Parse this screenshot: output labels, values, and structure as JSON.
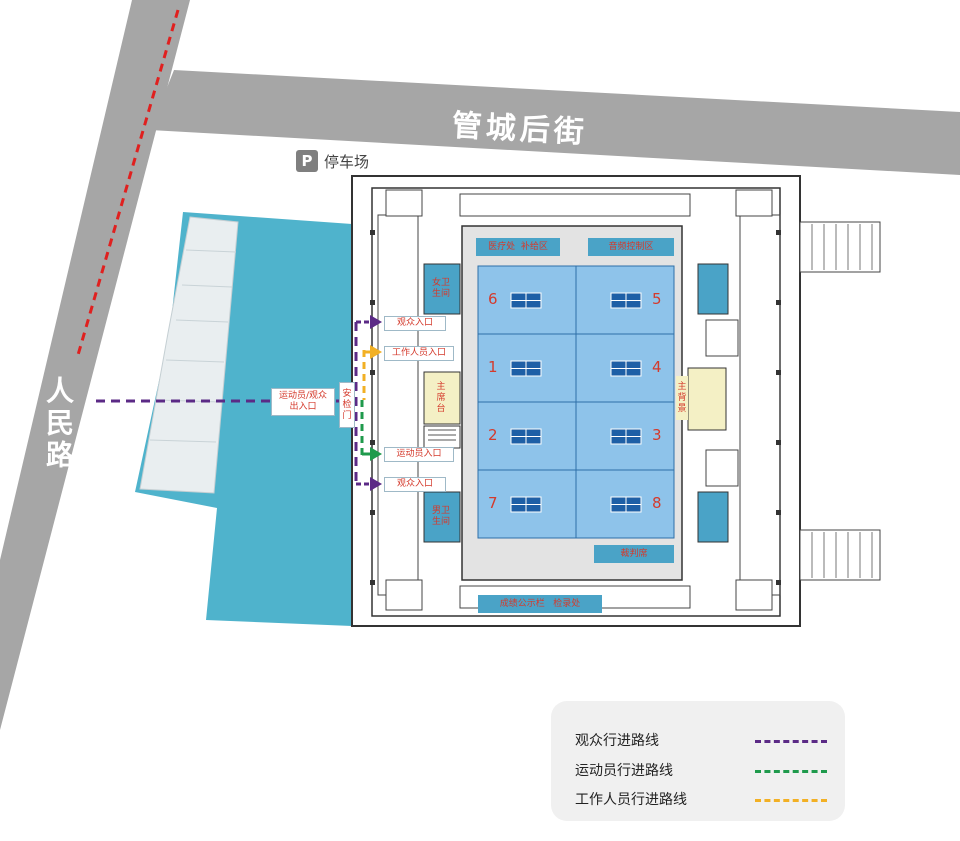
{
  "roads": {
    "top": "管城后街",
    "left": "人民路"
  },
  "parking": {
    "icon": "P",
    "label": "停车场"
  },
  "entrances": {
    "main_gate": "运动员/观众\n出入口",
    "security": "安检门",
    "spectator_entry_top": "观众入口",
    "staff_entry": "工作人员入口",
    "athlete_entry": "运动员入口",
    "spectator_entry_bottom": "观众入口"
  },
  "rooms": {
    "womens_restroom": "女卫生间",
    "mens_restroom": "男卫生间",
    "main_stand": "主席台",
    "backdrop": "主背景",
    "medical_supply": "医疗处  补给区",
    "audio_control": "音频控制区",
    "referee": "裁判席",
    "results_board": "成绩公示栏   检录处"
  },
  "courts": [
    "6",
    "5",
    "1",
    "4",
    "2",
    "3",
    "7",
    "8"
  ],
  "legend": [
    {
      "label": "观众行进路线",
      "color": "#5b2a86"
    },
    {
      "label": "运动员行进路线",
      "color": "#1f9a4c"
    },
    {
      "label": "工作人员行进路线",
      "color": "#f2b024"
    }
  ],
  "colors": {
    "road": "#a6a6a6",
    "plaza": "#4fb3cc",
    "court": "#8ec3ea",
    "route_red": "#e0201f",
    "spectator": "#5b2a86",
    "athlete": "#1f9a4c",
    "staff": "#f2b024"
  }
}
